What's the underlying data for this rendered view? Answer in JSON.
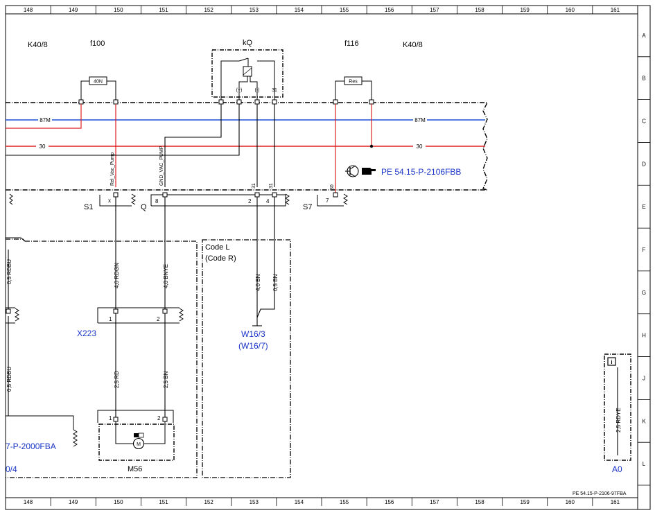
{
  "columns": [
    "148",
    "149",
    "150",
    "151",
    "152",
    "153",
    "154",
    "155",
    "156",
    "157",
    "158",
    "159",
    "160",
    "161"
  ],
  "rows": [
    "A",
    "B",
    "C",
    "D",
    "E",
    "F",
    "G",
    "H",
    "J",
    "K",
    "L"
  ],
  "components": {
    "k40_left": "K40/8",
    "f100": "f100",
    "kq": "kQ",
    "f116": "f116",
    "k40_right": "K40/8",
    "fuse_40n": "40N",
    "fuse_res": "Res",
    "relay_pin_plus": "(+)",
    "relay_pin_minus": "(-)",
    "relay_pin_31": "31"
  },
  "buses": {
    "bus_87m_left": "87M",
    "bus_87m_right": "87M",
    "bus_30_left": "30",
    "bus_30_right": "30"
  },
  "signals": {
    "rel_vac_pump": "Rel_Vac_Pump",
    "gnd_vac_pump": "GND_VAC_PUMP",
    "sig_31_a": "31",
    "sig_31_b": "31",
    "sig_30": "30"
  },
  "connectors": {
    "s1": "S1",
    "s1_pin": "x",
    "q": "Q",
    "q_pin": "8",
    "q_pin2": "2",
    "q_pin4": "4",
    "s7": "S7",
    "s7_pin": "7",
    "x223": "X223",
    "x223_pin1": "1",
    "x223_pin2": "2",
    "m56_pin1": "1",
    "m56_pin2": "2",
    "m56": "M56",
    "motor_symbol": "M",
    "ground_w16": "W16/3",
    "ground_w16_alt": "(W16/7)"
  },
  "wires": {
    "w_rdgn": "4,0 RDGN",
    "w_bnye": "4,0 BNYE",
    "w_rd": "2,5 RD",
    "w_bn": "2,5 BN",
    "w_40bn": "4,0 BN",
    "w_05bn": "0,5 BN",
    "w_left_top": "0,5 RDBU",
    "w_left_mid": "0,5 RDBU",
    "w_rdye": "2,5 RDYE"
  },
  "code_box": {
    "line1": "Code L",
    "line2": "(Code R)"
  },
  "references": {
    "pe_ref": "PE 54.15-P-2106FBB",
    "left_ref": "7-P-2000FBA",
    "left_ref2": "0/4",
    "a0": "A0",
    "footer_ref": "PE 54.15-P-2106-97FBA",
    "info_mark": "i"
  },
  "colors": {
    "blue_bus": "#1a4fd6",
    "red_bus": "#e02020",
    "black": "#000000",
    "link_blue": "#1a35c8"
  }
}
